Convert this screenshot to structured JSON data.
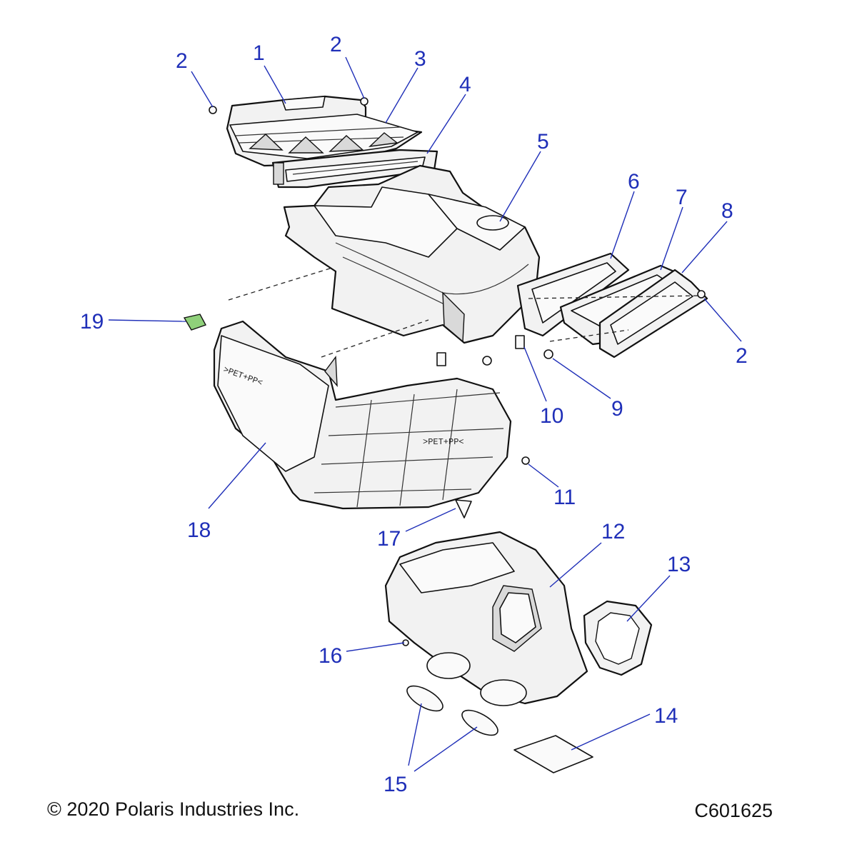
{
  "callouts": [
    {
      "id": "c1",
      "text": "1"
    },
    {
      "id": "c2a",
      "text": "2"
    },
    {
      "id": "c2b",
      "text": "2"
    },
    {
      "id": "c2c",
      "text": "2"
    },
    {
      "id": "c3",
      "text": "3"
    },
    {
      "id": "c4",
      "text": "4"
    },
    {
      "id": "c5",
      "text": "5"
    },
    {
      "id": "c6",
      "text": "6"
    },
    {
      "id": "c7",
      "text": "7"
    },
    {
      "id": "c8",
      "text": "8"
    },
    {
      "id": "c9",
      "text": "9"
    },
    {
      "id": "c10",
      "text": "10"
    },
    {
      "id": "c11",
      "text": "11"
    },
    {
      "id": "c12",
      "text": "12"
    },
    {
      "id": "c13",
      "text": "13"
    },
    {
      "id": "c14",
      "text": "14"
    },
    {
      "id": "c15",
      "text": "15"
    },
    {
      "id": "c16",
      "text": "16"
    },
    {
      "id": "c17",
      "text": "17"
    },
    {
      "id": "c18",
      "text": "18"
    },
    {
      "id": "c19",
      "text": "19"
    }
  ],
  "part_markings": {
    "duct_marking": ">PET+PP<",
    "housing_marking": ">PET+PP<"
  },
  "footer": {
    "copyright": "© 2020 Polaris Industries Inc.",
    "drawing_number": "C601625"
  },
  "colors": {
    "callout": "#1f2fb8",
    "line_art": "#111111",
    "clip_accent": "#8fd07a"
  }
}
